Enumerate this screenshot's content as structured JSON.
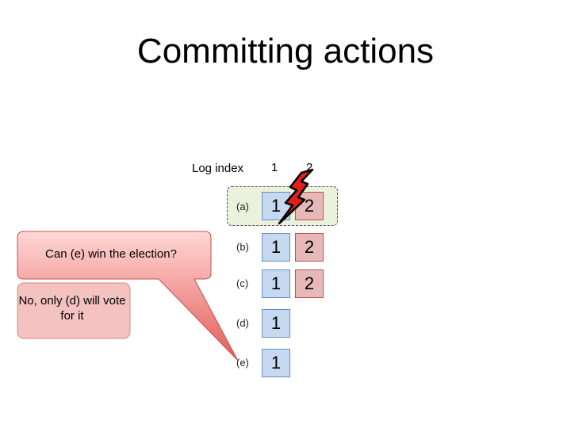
{
  "title": "Committing actions",
  "log_index_label": "Log index",
  "index_headers": [
    "1",
    "2"
  ],
  "rows": [
    {
      "label": "(a)",
      "entries": [
        "1",
        "2"
      ]
    },
    {
      "label": "(b)",
      "entries": [
        "1",
        "2"
      ]
    },
    {
      "label": "(c)",
      "entries": [
        "1",
        "2"
      ]
    },
    {
      "label": "(d)",
      "entries": [
        "1"
      ]
    },
    {
      "label": "(e)",
      "entries": [
        "1"
      ]
    }
  ],
  "callout_question": "Can (e) win the election?",
  "callout_answer": "No, only (d) will vote for it",
  "colors": {
    "term1": "#c6d9f1",
    "term2": "#e6b9b8",
    "callout": "#e35b57",
    "bolt": "#e0201b",
    "group_fill": "#eaf1dd"
  }
}
